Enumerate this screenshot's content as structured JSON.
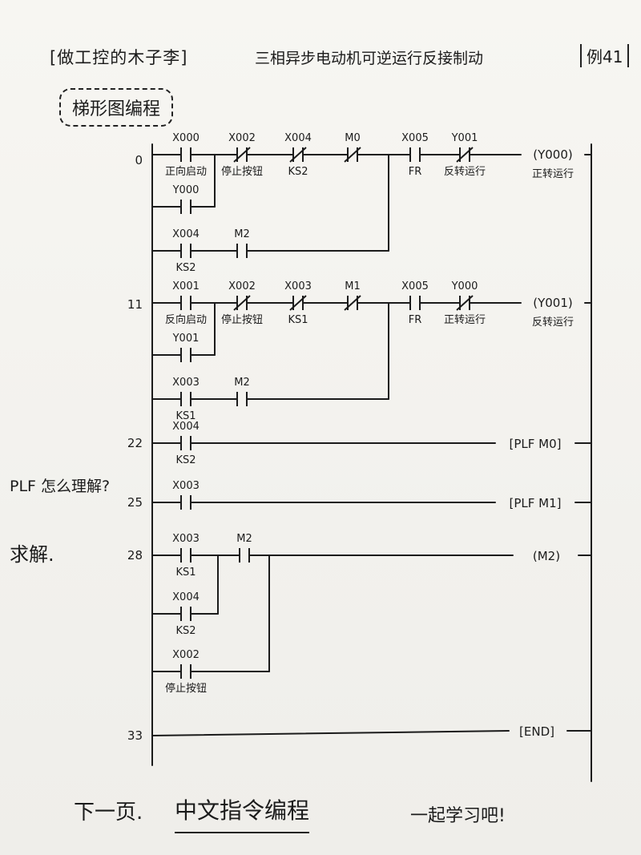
{
  "header": {
    "bracket_title": "[做工控的木子李]",
    "title": "三相异步电动机可逆运行反接制动",
    "example": "例41",
    "section": "梯形图编程"
  },
  "rungs": [
    {
      "step": "0",
      "main": [
        {
          "addr": "X000",
          "type": "NO",
          "label": "正向启动"
        },
        {
          "addr": "X002",
          "type": "NC",
          "label": "停止按钮"
        },
        {
          "addr": "X004",
          "type": "NC",
          "label": "KS2"
        },
        {
          "addr": "M0",
          "type": "NC",
          "label": ""
        },
        {
          "addr": "X005",
          "type": "NO",
          "label": "FR"
        },
        {
          "addr": "Y001",
          "type": "NC",
          "label": "反转运行"
        }
      ],
      "branch_seal": {
        "addr": "Y000",
        "type": "NO"
      },
      "branch_lower": [
        {
          "addr": "X004",
          "type": "NO",
          "label": "KS2"
        },
        {
          "addr": "M2",
          "type": "NO",
          "label": ""
        }
      ],
      "coil": {
        "text": "(Y000)",
        "label": "正转运行"
      }
    },
    {
      "step": "11",
      "main": [
        {
          "addr": "X001",
          "type": "NO",
          "label": "反向启动"
        },
        {
          "addr": "X002",
          "type": "NC",
          "label": "停止按钮"
        },
        {
          "addr": "X003",
          "type": "NC",
          "label": "KS1"
        },
        {
          "addr": "M1",
          "type": "NC",
          "label": ""
        },
        {
          "addr": "X005",
          "type": "NO",
          "label": "FR"
        },
        {
          "addr": "Y000",
          "type": "NC",
          "label": "正转运行"
        }
      ],
      "branch_seal": {
        "addr": "Y001",
        "type": "NO"
      },
      "branch_lower": [
        {
          "addr": "X003",
          "type": "NO",
          "label": "KS1"
        },
        {
          "addr": "M2",
          "type": "NO",
          "label": ""
        }
      ],
      "coil": {
        "text": "(Y001)",
        "label": "反转运行"
      }
    },
    {
      "step": "22",
      "contact": {
        "addr": "X004",
        "type": "NO",
        "label": "KS2"
      },
      "instruction": "[PLF  M0]"
    },
    {
      "step": "25",
      "contact": {
        "addr": "X003",
        "type": "NO",
        "label": ""
      },
      "instruction": "[PLF  M1]"
    },
    {
      "step": "28",
      "contacts": [
        {
          "addr": "X003",
          "type": "NO",
          "label": "KS1"
        },
        {
          "addr": "X004",
          "type": "NO",
          "label": "KS2"
        },
        {
          "addr": "X002",
          "type": "NO",
          "label": "停止按钮"
        }
      ],
      "series": {
        "addr": "M2",
        "type": "NO"
      },
      "coil": {
        "text": "(M2)"
      }
    },
    {
      "step": "33",
      "instruction": "[END]"
    }
  ],
  "side_notes": {
    "question": "PLF 怎么理解?",
    "ask": "求解."
  },
  "footer": {
    "next_page": "下一页.",
    "topic": "中文指令编程",
    "cheer": "一起学习吧!"
  }
}
